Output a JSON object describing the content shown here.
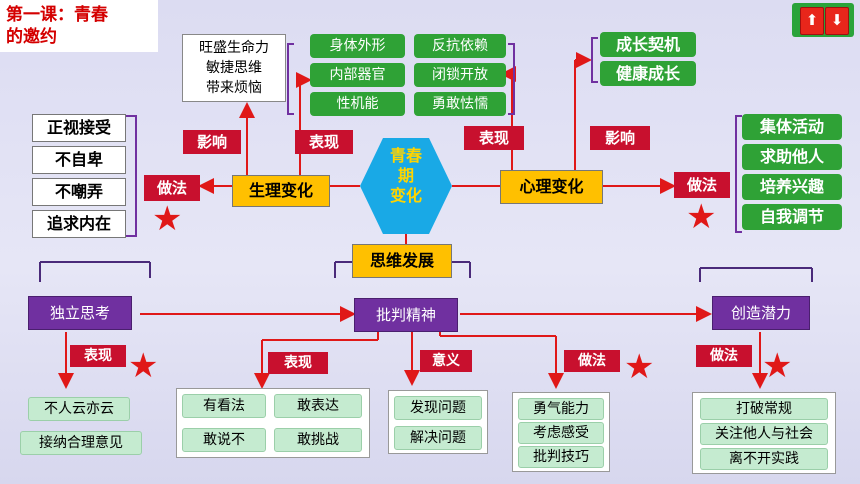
{
  "title": {
    "line1": "第一课：青春",
    "line2": "的邀约"
  },
  "nav": {
    "up_icon": "up-arrow-icon",
    "down_icon": "down-arrow-icon",
    "up_glyph": "⬆",
    "down_glyph": "⬇"
  },
  "center": {
    "line1": "青春",
    "line2": "期",
    "line3": "变化"
  },
  "physical": {
    "node": "生理变化",
    "influence_label": "影响",
    "influence_items": [
      "旺盛生命力",
      "敏捷思维",
      "带来烦恼"
    ],
    "express_label": "表现",
    "express_items": [
      "身体外形",
      "内部器官",
      "性机能"
    ],
    "method_label": "做法",
    "method_items": [
      "正视接受",
      "不自卑",
      "不嘲弄",
      "追求内在"
    ]
  },
  "psych": {
    "node": "心理变化",
    "express_label": "表现",
    "express_items": [
      "反抗依赖",
      "闭锁开放",
      "勇敢怯懦"
    ],
    "influence_label": "影响",
    "influence_items": [
      "成长契机",
      "健康成长"
    ],
    "method_label": "做法",
    "method_items": [
      "集体活动",
      "求助他人",
      "培养兴趣",
      "自我调节"
    ]
  },
  "thinking": {
    "node": "思维发展",
    "independent": {
      "node": "独立思考",
      "label": "表现",
      "items": [
        "不人云亦云",
        "接纳合理意见"
      ]
    },
    "critical": {
      "node": "批判精神",
      "express_label": "表现",
      "express_items": [
        "有看法",
        "敢表达",
        "敢说不",
        "敢挑战"
      ],
      "meaning_label": "意义",
      "meaning_items": [
        "发现问题",
        "解决问题"
      ],
      "method_label": "做法",
      "method_items": [
        "勇气能力",
        "考虑感受",
        "批判技巧"
      ]
    },
    "creative": {
      "node": "创造潜力",
      "label": "做法",
      "items": [
        "打破常规",
        "关注他人与社会",
        "离不开实践"
      ]
    }
  },
  "colors": {
    "green": "#2fa236",
    "red_label": "#c8102e",
    "yellow": "#ffc000",
    "purple": "#7030a0",
    "hexagon": "#19a9e6",
    "arrow": "#e01818"
  }
}
